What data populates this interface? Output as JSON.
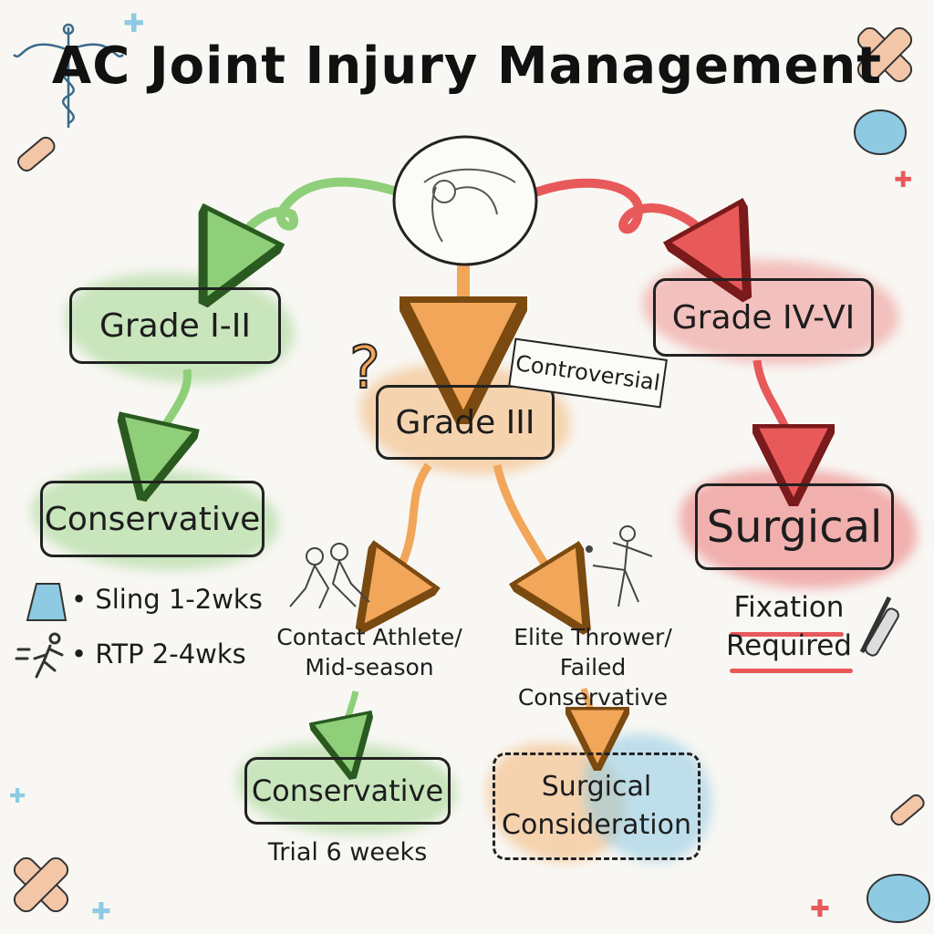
{
  "title": "AC Joint Injury Management",
  "colors": {
    "green": "#8fcf7a",
    "orange": "#f2a65a",
    "red": "#e8595a",
    "blue": "#8ecbe3",
    "ink": "#1d1d1d"
  },
  "nodes": {
    "grade12": "Grade I-II",
    "grade3": "Grade III",
    "grade46": "Grade IV-VI",
    "controversial": "Controversial",
    "conservative": "Conservative",
    "surgical": "Surgical",
    "fixation_line1": "Fixation",
    "fixation_line2": "Required",
    "contact_line1": "Contact Athlete/",
    "contact_line2": "Mid-season",
    "thrower_line1": "Elite Thrower/",
    "thrower_line2": "Failed Conservative",
    "conservative_trial": "Conservative",
    "trial_note": "Trial 6 weeks",
    "surgical_consideration_line1": "Surgical",
    "surgical_consideration_line2": "Consideration"
  },
  "bullets": [
    "• Sling 1-2wks",
    "• RTP 2-4wks"
  ],
  "icons": {
    "center": "shoulder-joint-icon",
    "question": "question-mark-icon",
    "sling": "sling-icon",
    "runner": "runner-icon",
    "screws": "surgical-screw-icon",
    "caduceus": "caduceus-icon",
    "bandage": "bandage-icon",
    "icepack": "ice-pack-icon",
    "tacklers": "football-tackle-icon",
    "pitcher": "baseball-pitcher-icon"
  }
}
